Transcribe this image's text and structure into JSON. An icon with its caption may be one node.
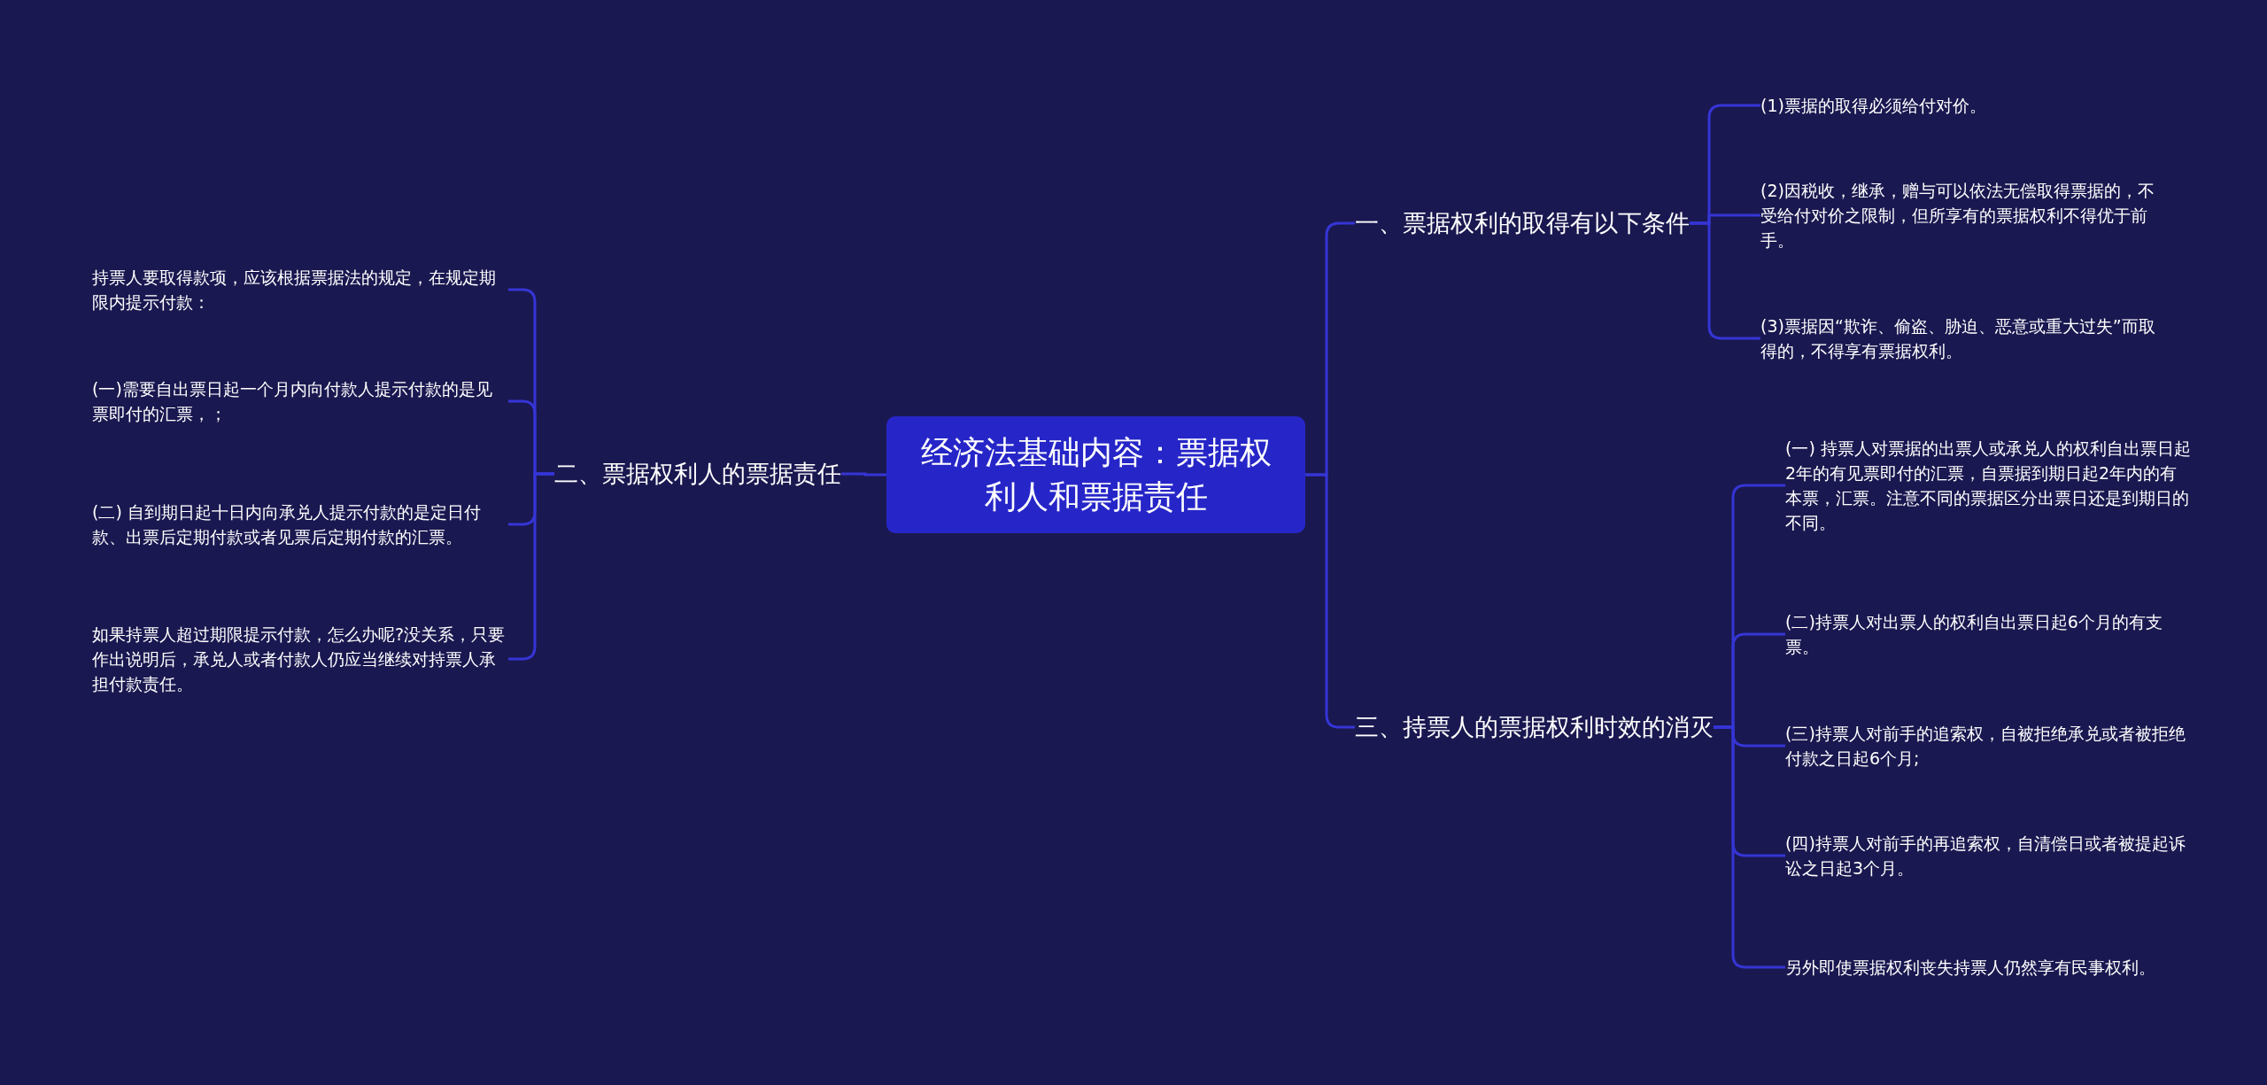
{
  "diagram": {
    "nodes": [
      {
        "text": [
          "经济法基础内容：票据权利人和票据责任"
        ]
      },
      {
        "text": [
          "二、票据权利人的票据责任"
        ]
      },
      {
        "text": [
          "持票人要取得款项，应该根据票据法的规定，在规定期限内提示付款："
        ]
      },
      {
        "text": [
          "(一)需要自出票日起一个月内向付款人提示付款的是见票即付的汇票，；"
        ]
      },
      {
        "text": [
          "(二) 自到期日起十日内向承兑人提示付款的是定日付款、出票后定期付款或者见票后定期付款的汇票。"
        ]
      },
      {
        "text": [
          "如果持票人超过期限提示付款，怎么办呢?没关系，只要作出说明后，承兑人或者付款人仍应当继续对持票人承担付款责任。"
        ]
      },
      {
        "text": [
          "一、票据权利的取得有以下条件"
        ]
      },
      {
        "text": [
          "(1)票据的取得必须给付对价。"
        ]
      },
      {
        "text": [
          "(2)因税收，继承，赠与可以依法无偿取得票据的，不受给付对价之限制，但所享有的票据权利不得优于前手。"
        ]
      },
      {
        "text": [
          "(3)票据因“欺诈、偷盗、胁迫、恶意或重大过失”而取得的，不得享有票据权利。"
        ]
      },
      {
        "text": [
          "三、持票人的票据权利时效的消灭"
        ]
      },
      {
        "text": [
          "(一) 持票人对票据的出票人或承兑人的权利自出票日起2年的有见票即付的汇票，自票据到期日起2年内的有本票，汇票。注意不同的票据区分出票日还是到期日的不同。"
        ]
      },
      {
        "text": [
          "(二)持票人对出票人的权利自出票日起6个月的有支票。"
        ]
      },
      {
        "text": [
          "(三)持票人对前手的追索权，自被拒绝承兑或者被拒绝付款之日起6个月;"
        ]
      },
      {
        "text": [
          "(四)持票人对前手的再追索权，自清偿日或者被提起诉讼之日起3个月。"
        ]
      },
      {
        "text": [
          "另外即使票据权利丧失持票人仍然享有民事权利。"
        ]
      }
    ],
    "edges": [
      {
        "from": 0,
        "to": 1,
        "arrow": "none"
      },
      {
        "from": 1,
        "to": 2,
        "arrow": "none"
      },
      {
        "from": 1,
        "to": 3,
        "arrow": "none"
      },
      {
        "from": 1,
        "to": 4,
        "arrow": "none"
      },
      {
        "from": 1,
        "to": 5,
        "arrow": "none"
      },
      {
        "from": 0,
        "to": 6,
        "arrow": "none"
      },
      {
        "from": 6,
        "to": 7,
        "arrow": "none"
      },
      {
        "from": 6,
        "to": 8,
        "arrow": "none"
      },
      {
        "from": 6,
        "to": 9,
        "arrow": "none"
      },
      {
        "from": 0,
        "to": 10,
        "arrow": "none"
      },
      {
        "from": 10,
        "to": 11,
        "arrow": "none"
      },
      {
        "from": 10,
        "to": 12,
        "arrow": "none"
      },
      {
        "from": 10,
        "to": 13,
        "arrow": "none"
      },
      {
        "from": 10,
        "to": 14,
        "arrow": "none"
      },
      {
        "from": 10,
        "to": 15,
        "arrow": "none"
      }
    ]
  }
}
